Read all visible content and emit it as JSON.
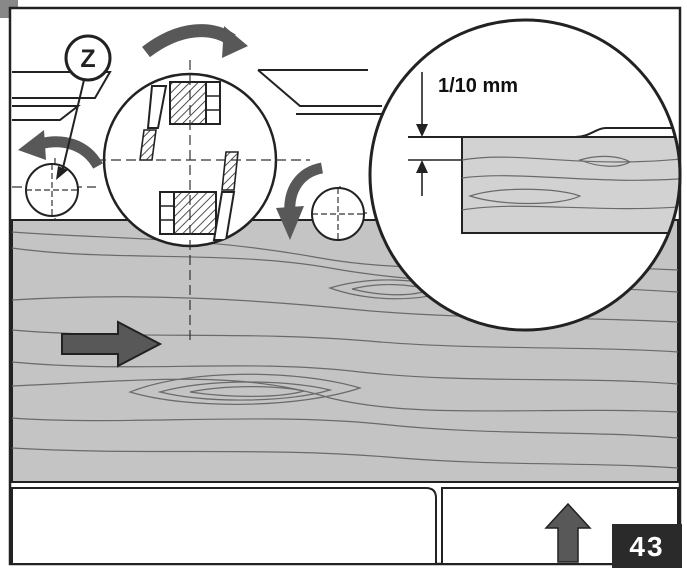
{
  "figure": {
    "part_label": "Z",
    "dimension_label": "1/10 mm",
    "figure_number": "43"
  },
  "colors": {
    "line": "#222222",
    "wood_fill": "#c4c4c4",
    "wood_fill_light": "#d2d2d2",
    "grain": "#6a6a6a",
    "arrow_fill": "#585858",
    "badge_bg": "#2a2a2a",
    "badge_text": "#ffffff",
    "background": "#ffffff"
  },
  "icons": {
    "feed_direction": "arrow-right-icon",
    "drum_rotation": "curved-arrow-icon",
    "lift_direction": "arrow-up-icon"
  }
}
